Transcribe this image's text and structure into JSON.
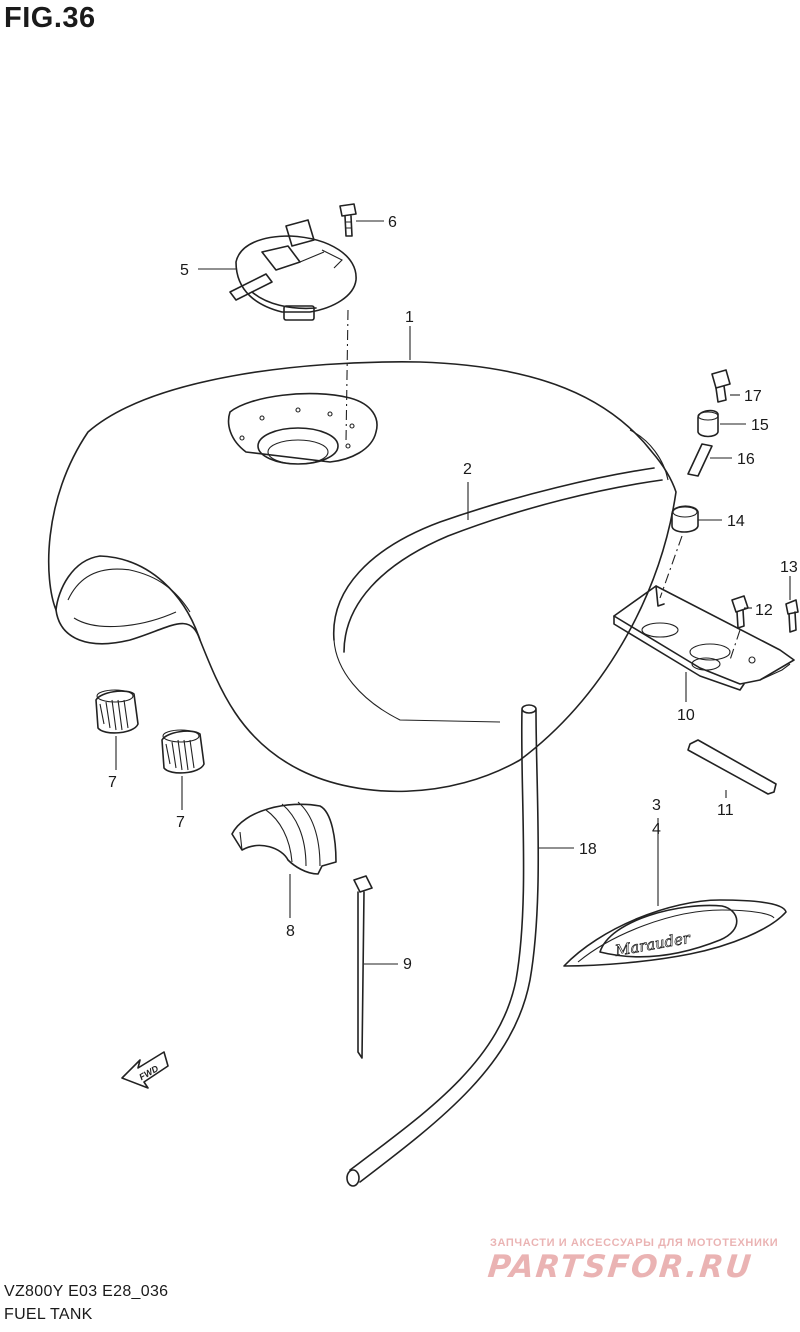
{
  "figure": {
    "title": "FIG.36",
    "model_code": "VZ800Y E03 E28_036",
    "name": "FUEL TANK"
  },
  "callouts": [
    {
      "label": "1",
      "part": "fuel-tank"
    },
    {
      "label": "2",
      "part": "tank-trim-line"
    },
    {
      "label": "3",
      "part": "emblem"
    },
    {
      "label": "4",
      "part": "emblem"
    },
    {
      "label": "5",
      "part": "fuel-cap-with-keys"
    },
    {
      "label": "6",
      "part": "cap-screw"
    },
    {
      "label": "7",
      "part": "rubber-cushion"
    },
    {
      "label": "7",
      "part": "rubber-cushion"
    },
    {
      "label": "8",
      "part": "rubber-cushion-saddle"
    },
    {
      "label": "9",
      "part": "cable-tie"
    },
    {
      "label": "10",
      "part": "rear-bracket"
    },
    {
      "label": "11",
      "part": "cushion-strip"
    },
    {
      "label": "12",
      "part": "bracket-bolt"
    },
    {
      "label": "13",
      "part": "bracket-bolt"
    },
    {
      "label": "14",
      "part": "rubber-mount"
    },
    {
      "label": "15",
      "part": "collar"
    },
    {
      "label": "16",
      "part": "spacer"
    },
    {
      "label": "17",
      "part": "mounting-bolt"
    },
    {
      "label": "18",
      "part": "drain-hose"
    }
  ],
  "direction_badge": "FWD",
  "emblem_text": "Marauder",
  "watermark": {
    "subtitle": "ЗАПЧАСТИ И АКСЕССУАРЫ ДЛЯ МОТОТЕХНИКИ",
    "logo": "PARTSFOR.RU",
    "color": "#c62828",
    "opacity": 0.35
  }
}
